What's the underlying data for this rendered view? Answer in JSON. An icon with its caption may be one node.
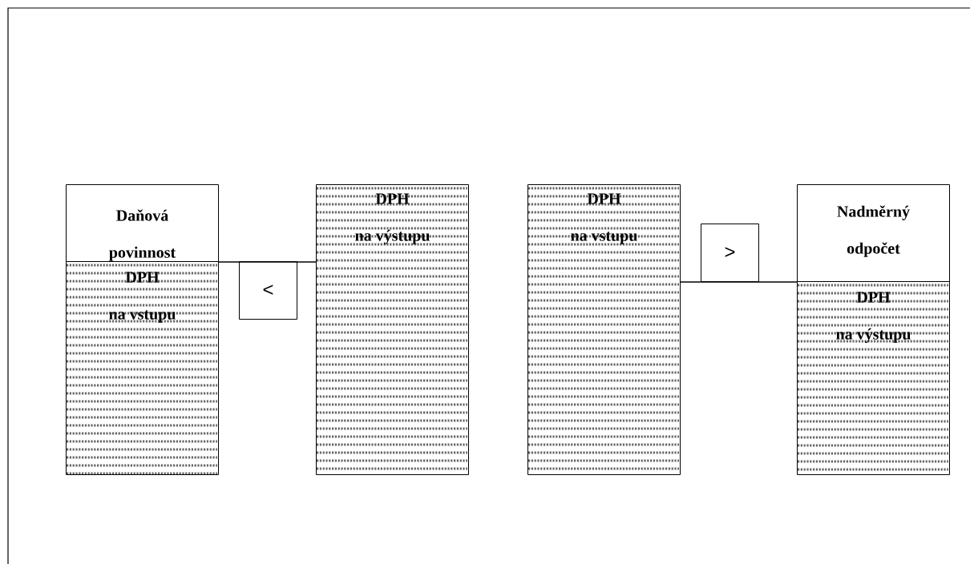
{
  "diagram": {
    "nodes": [
      {
        "text": [
          "Daňová povinnost"
        ]
      },
      {
        "text": [
          "DPH na vstupu"
        ]
      },
      {
        "text": [
          "<"
        ]
      },
      {
        "text": [
          "DPH na výstupu"
        ]
      },
      {
        "text": [
          "DPH na vstupu"
        ]
      },
      {
        "text": [
          ">"
        ]
      },
      {
        "text": [
          "Nadměrný odpočet"
        ]
      },
      {
        "text": [
          "DPH na výstupu"
        ]
      }
    ],
    "edges": [
      {
        "from": 0,
        "to": 3,
        "arrow": "none"
      },
      {
        "from": 4,
        "to": 6,
        "arrow": "none"
      }
    ]
  }
}
